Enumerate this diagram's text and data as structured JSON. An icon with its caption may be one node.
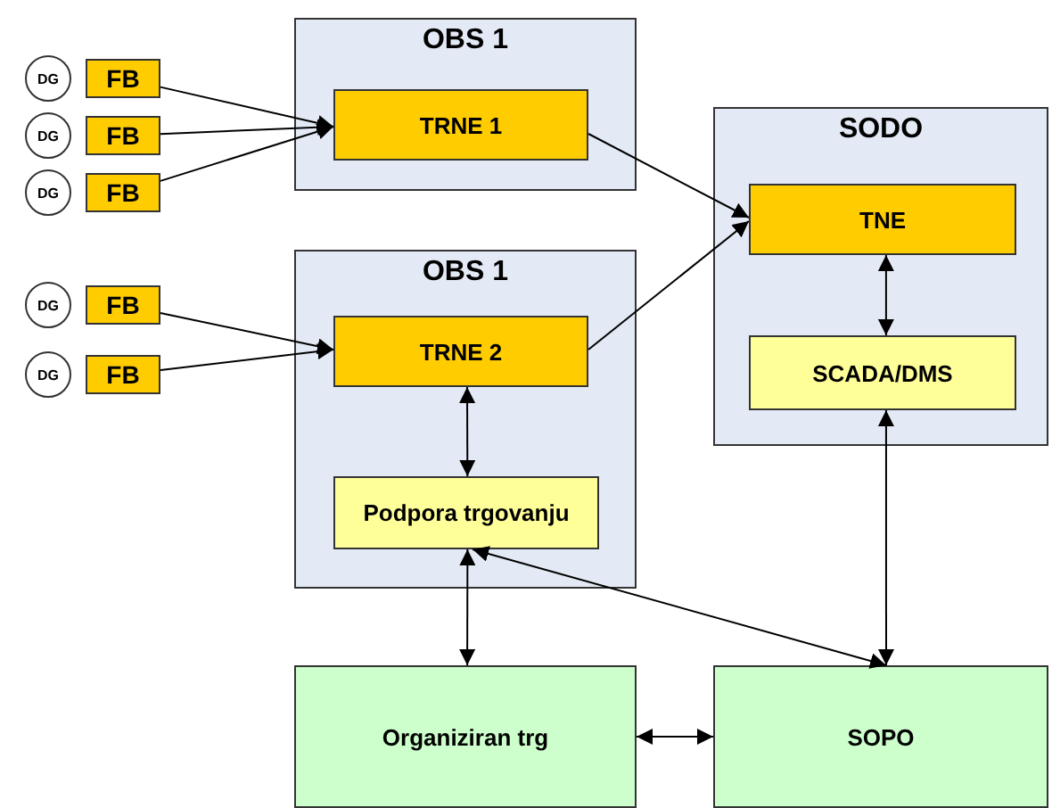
{
  "diagram": {
    "nodes": [
      {
        "text": [
          "OBS 1"
        ]
      },
      {
        "text": [
          "TRNE 1"
        ],
        "in": 0
      },
      {
        "text": [
          "OBS 1"
        ]
      },
      {
        "text": [
          "TRNE 2"
        ],
        "in": 2
      },
      {
        "text": [
          "Podpora trgovanju"
        ],
        "in": 2
      },
      {
        "text": [
          "SODO"
        ]
      },
      {
        "text": [
          "TNE"
        ],
        "in": 5
      },
      {
        "text": [
          "SCADA/DMS"
        ],
        "in": 5
      },
      {
        "text": [
          "Organiziran trg"
        ]
      },
      {
        "text": [
          "SOPO"
        ]
      },
      {
        "text": [
          "DG"
        ]
      },
      {
        "text": [
          "FB"
        ]
      },
      {
        "text": [
          "DG"
        ]
      },
      {
        "text": [
          "FB"
        ]
      },
      {
        "text": [
          "DG"
        ]
      },
      {
        "text": [
          "FB"
        ]
      },
      {
        "text": [
          "DG"
        ]
      },
      {
        "text": [
          "FB"
        ]
      },
      {
        "text": [
          "DG"
        ]
      },
      {
        "text": [
          "FB"
        ]
      }
    ],
    "edges": [
      {
        "from": 11,
        "to": 1,
        "arrow": "to"
      },
      {
        "from": 13,
        "to": 1,
        "arrow": "to"
      },
      {
        "from": 15,
        "to": 1,
        "arrow": "to"
      },
      {
        "from": 17,
        "to": 3,
        "arrow": "to"
      },
      {
        "from": 19,
        "to": 3,
        "arrow": "to"
      },
      {
        "from": 1,
        "to": 6,
        "arrow": "to"
      },
      {
        "from": 3,
        "to": 6,
        "arrow": "to"
      },
      {
        "from": 6,
        "to": 7,
        "arrow": "both"
      },
      {
        "from": 3,
        "to": 4,
        "arrow": "both"
      },
      {
        "from": 4,
        "to": 8,
        "arrow": "both"
      },
      {
        "from": 4,
        "to": 9,
        "arrow": "both"
      },
      {
        "from": 7,
        "to": 9,
        "arrow": "both"
      },
      {
        "from": 8,
        "to": 9,
        "arrow": "both"
      }
    ]
  }
}
